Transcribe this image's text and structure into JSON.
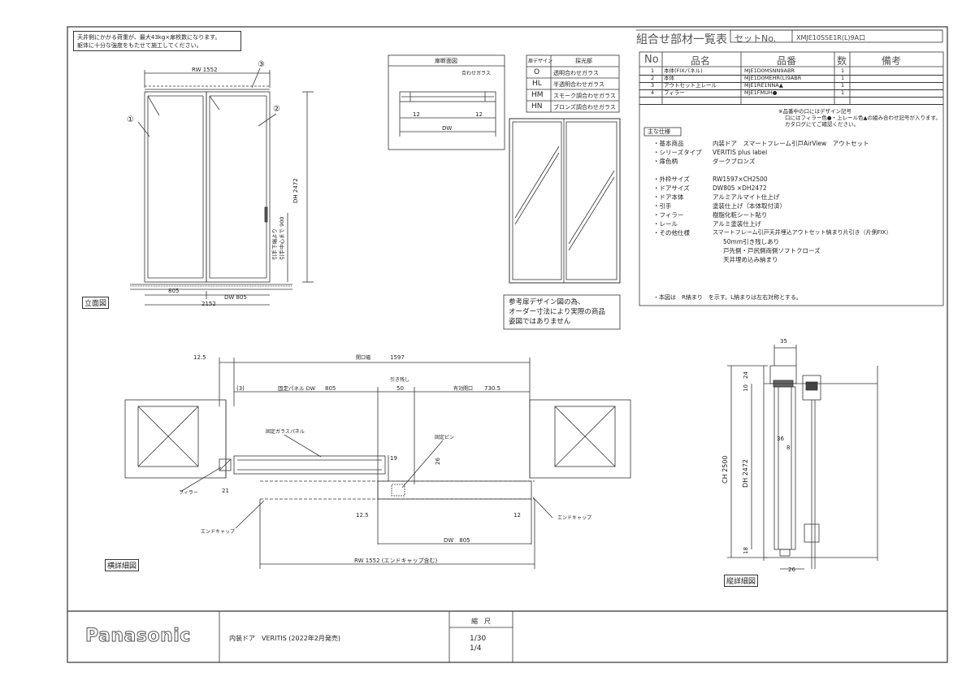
{
  "note_load": [
    "天井側にかかる荷重が、最大43kg×扉枚数になります。",
    "躯体に十分な強度をもたせて施工してください。"
  ],
  "bom": {
    "title": "組合せ部材一覧表",
    "set_label": "セットNo.",
    "set_value": "XMJE10SSE1R(L)9A口",
    "headers": [
      "No",
      "品名",
      "品番",
      "数",
      "備考"
    ],
    "rows": [
      {
        "no": "1",
        "name": "本体(FIXパネル)",
        "code": "MJE1D0MSNN9ABR",
        "qty": "1"
      },
      {
        "no": "2",
        "name": "本体",
        "code": "MJE1D0MEHR(L)9ABR",
        "qty": "1"
      },
      {
        "no": "3",
        "name": "アウトセット上レール",
        "code": "MJE1RE1NNA▲",
        "qty": "1"
      },
      {
        "no": "4",
        "name": "フィラー",
        "code": "MJE1FMUH●",
        "qty": "1"
      }
    ],
    "footnote": [
      "※品番中の口にはデザイン記号",
      "口にはフィラー色●・上レール色▲の組み合わせ記号が入ります。",
      "カタログにてご確認ください。"
    ]
  },
  "spec": {
    "heading": "主な仕様",
    "items": [
      {
        "k": "・基本商品",
        "v": "内装ドア　スマートフレーム引戸AirView　アウトセット"
      },
      {
        "k": "・シリーズタイプ",
        "v": "VERITIS plus label"
      },
      {
        "k": "・扉色柄",
        "v": "ダークブロンズ"
      },
      {
        "k": "・外枠サイズ",
        "v": "RW1597×CH2500"
      },
      {
        "k": "・ドアサイズ",
        "v": "DW805 ×DH2472"
      },
      {
        "k": "・ドア本体",
        "v": "アルミアルマイト仕上げ"
      },
      {
        "k": "・引手",
        "v": "塗装仕上げ（本体取付済）"
      },
      {
        "k": "・フィラー",
        "v": "樹脂化粧シート貼り"
      },
      {
        "k": "・レール",
        "v": "アルミ塗装仕上げ"
      },
      {
        "k": "・その他仕様",
        "v": "スマートフレーム引戸天井埋込アウトセット納まり片引き（片側FIX）"
      }
    ],
    "extra": [
      "50mm引き残しあり",
      "戸先側・戸尻側両側ソフトクローズ",
      "天井埋め込み納まり"
    ],
    "note": "・本図は　R納まり　を示す。L納まりは左右対称とする。"
  },
  "design_table": {
    "headers": [
      "扉デザイン",
      "採光部"
    ],
    "rows": [
      [
        "O",
        "透明合わせガラス"
      ],
      [
        "HL",
        "半透明合わせガラス"
      ],
      [
        "HM",
        "スモーク調合わせガラス"
      ],
      [
        "HN",
        "ブロンズ調合わせガラス"
      ]
    ]
  },
  "section": {
    "title": "扉断面図",
    "glass": "合わせガラス",
    "d1": "12",
    "d2": "12",
    "dw": "DW"
  },
  "ref_note": [
    "参考扉デザイン図の為、",
    "オーダー寸法により実際の商品",
    "姿図ではありません"
  ],
  "elevation": {
    "label": "立面図",
    "rw": "RW 1552",
    "dh": "DH 2472",
    "handle": "引手中心まで 900",
    "handle2": "引手下端より",
    "w1": "805",
    "w2": "DW 805",
    "total": "2152",
    "c1": "①",
    "c2": "②",
    "c3": "③"
  },
  "plan": {
    "label": "横詳細図",
    "dims": {
      "d125": "12.5",
      "opening": "開口幅",
      "v1597": "1597",
      "fixpanel": "固定パネル DW",
      "v805": "805",
      "hikinokoshi": "引き残し",
      "v50": "50",
      "yuko": "有効開口",
      "v7305": "730.5",
      "p3": "(3)",
      "v19": "19",
      "v26": "26",
      "v21": "21",
      "v125b": "12.5",
      "v12": "12",
      "dw805": "DW　805",
      "rw": "RW 1552 (エンドキャップ含む)"
    },
    "callouts": {
      "glass_panel": "固定ガラスパネル",
      "pin": "固定ピン",
      "filler": "フィラー",
      "endcap1": "エンドキャップ",
      "endcap2": "エンドキャップ"
    }
  },
  "vertical": {
    "label": "縦詳細図",
    "d35": "35",
    "d24": "24",
    "d10": "10",
    "d36": "36",
    "d8": "8",
    "ch": "CH 2500",
    "dh": "DH 2472",
    "d18": "18",
    "d26": "26"
  },
  "title_block": {
    "brand": "Panasonic",
    "title": "内装ドア　VERITIS (2022年2月発売)",
    "scale_label": "縮　尺",
    "scale1": "1/30",
    "scale2": "1/4"
  }
}
